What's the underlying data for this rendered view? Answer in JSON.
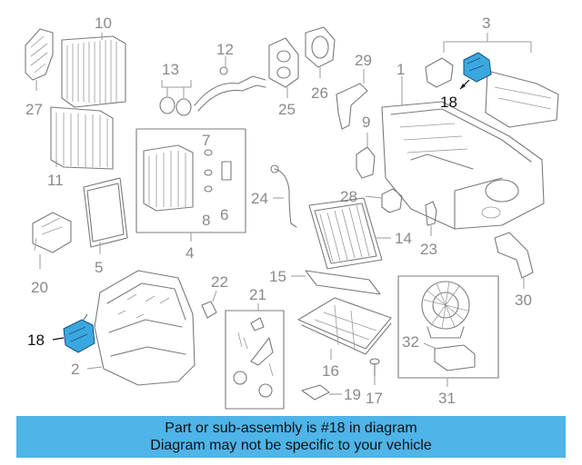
{
  "callouts": {
    "c1": "1",
    "c2": "2",
    "c3": "3",
    "c4": "4",
    "c5": "5",
    "c6": "6",
    "c7": "7",
    "c8": "8",
    "c9": "9",
    "c10": "10",
    "c11": "11",
    "c12": "12",
    "c13": "13",
    "c14": "14",
    "c15": "15",
    "c16": "16",
    "c17": "17",
    "c18a": "18",
    "c18b": "18",
    "c19": "19",
    "c20": "20",
    "c21": "21",
    "c22": "22",
    "c23": "23",
    "c24": "24",
    "c25": "25",
    "c26": "26",
    "c27": "27",
    "c28": "28",
    "c29": "29",
    "c30": "30",
    "c31": "31",
    "c32": "32"
  },
  "colors": {
    "highlight": "#3aa8e0",
    "banner": "#4fb4e8",
    "line_art": "#7b7b7b"
  },
  "banner": {
    "line1": "Part or sub-assembly is #18 in diagram",
    "line2": "Diagram may not be specific to your vehicle"
  }
}
